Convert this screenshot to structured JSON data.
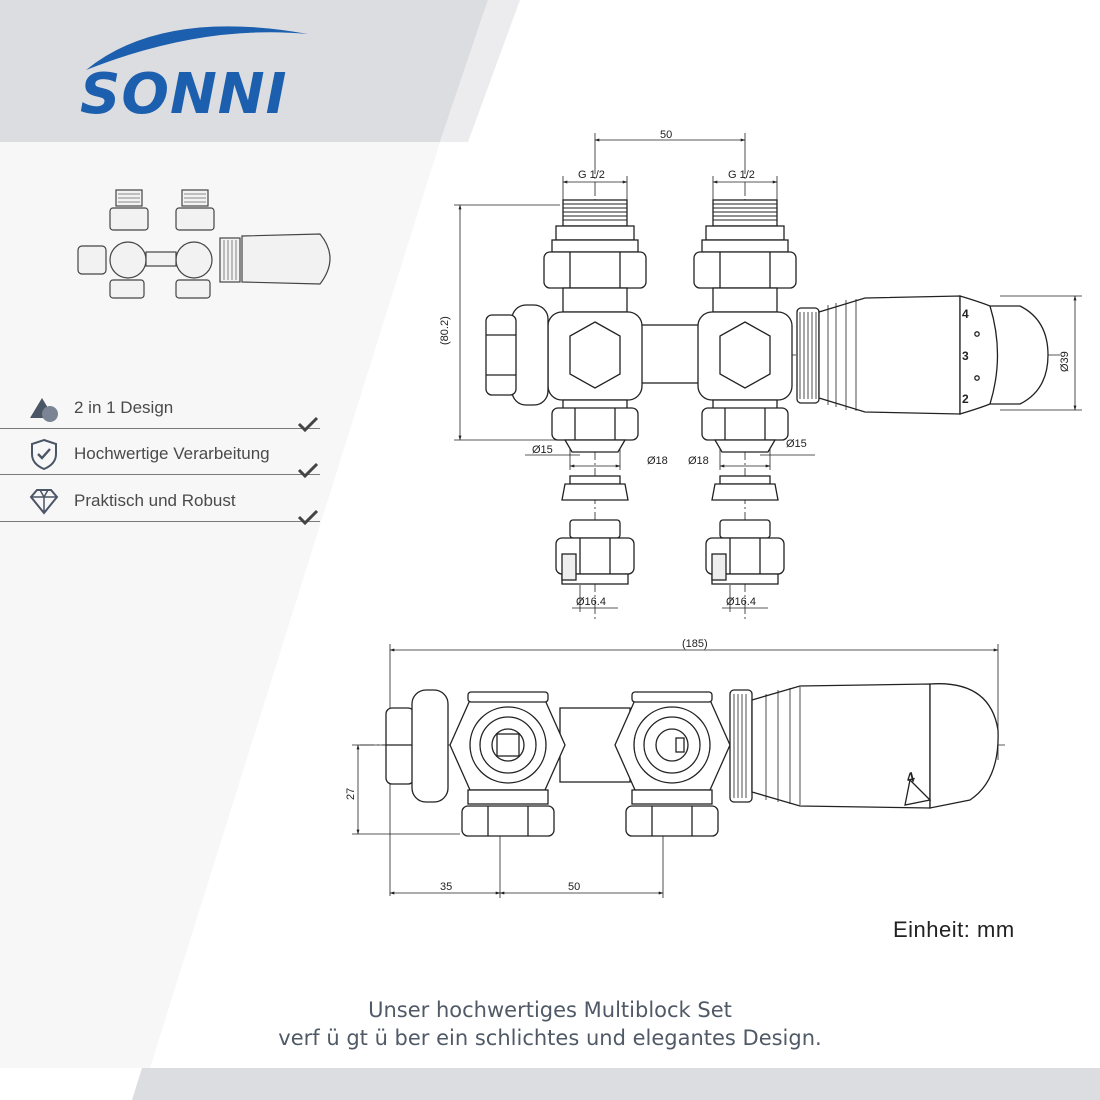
{
  "brand": {
    "name": "SONNI",
    "color": "#1c5fae"
  },
  "features": [
    {
      "icon": "triangle-circle-shapes-icon",
      "label": "2 in 1 Design"
    },
    {
      "icon": "shield-check-icon",
      "label": "Hochwertige Verarbeitung"
    },
    {
      "icon": "diamond-icon",
      "label": "Praktisch und Robust"
    }
  ],
  "drawing": {
    "top_view": {
      "spacing": "50",
      "thread_left": "G 1/2",
      "thread_right": "G 1/2",
      "height": "(80.2)",
      "head_diameter": "Ø39",
      "pipe_left": "Ø15",
      "pipe_right": "Ø15",
      "tube_left": "Ø18",
      "tube_right": "Ø18",
      "compression_left": "Ø16.4",
      "compression_right": "Ø16.4",
      "head_numbers": [
        "4",
        "3",
        "2"
      ]
    },
    "front_view": {
      "length": "(185)",
      "offset": "27",
      "left_distance": "35",
      "spacing": "50",
      "head_number": "4"
    }
  },
  "unit_label": "Einheit: mm",
  "caption": {
    "line1": "Unser hochwertiges Multiblock Set",
    "line2": "verf ü gt  ü ber ein schlichtes und elegantes Design."
  },
  "colors": {
    "panel_gray": "#dcdde0",
    "accent_blue": "#1c5fae",
    "line": "#222222"
  }
}
